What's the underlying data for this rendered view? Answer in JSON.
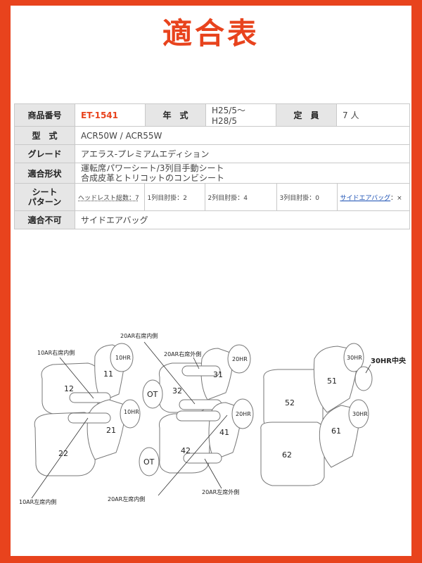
{
  "title": "適合表",
  "spec": {
    "product_label": "商品番号",
    "product_code": "ET-1541",
    "year_label": "年　式",
    "year_value": "H25/5〜H28/5",
    "capacity_label": "定　員",
    "capacity_value": "7 人",
    "model_label": "型　式",
    "model_value": "ACR50W / ACR55W",
    "grade_label": "グレード",
    "grade_value": "アエラス-プレミアムエディション",
    "shape_label": "適合形状",
    "shape_line1": "運転席パワーシート/3列目手動シート",
    "shape_line2": "合成皮革とトリコットのコンビシート",
    "pattern_label_1": "シート",
    "pattern_label_2": "パターン",
    "pattern_headrest": "ヘッドレスト総数：7",
    "pattern_row1": "1列目肘掛：2",
    "pattern_row2": "2列目肘掛：4",
    "pattern_row3": "3列目肘掛：0",
    "pattern_airbag_link": "サイドエアバッグ",
    "pattern_airbag_value": "：×",
    "unfit_label": "適合不可",
    "unfit_value": "サイドエアバッグ"
  },
  "diagram": {
    "labels": {
      "ar10_right_inner": "10AR右席内側",
      "ar10_left_inner": "10AR左席内側",
      "ar20_right_inner": "20AR右席内側",
      "ar20_right_outer": "20AR右席外側",
      "ar20_left_inner": "20AR左席内側",
      "ar20_left_outer": "20AR左席外側",
      "hr30_center": "30HR中央"
    },
    "parts": {
      "p11": "11",
      "p12": "12",
      "p21": "21",
      "p22": "22",
      "p31": "31",
      "p32": "32",
      "p41": "41",
      "p42": "42",
      "p51": "51",
      "p52": "52",
      "p61": "61",
      "p62": "62",
      "hr10a": "10HR",
      "hr10b": "10HR",
      "hr20a": "20HR",
      "hr20b": "20HR",
      "hr30a": "30HR",
      "hr30b": "30HR",
      "ot1": "OT",
      "ot2": "OT"
    }
  }
}
